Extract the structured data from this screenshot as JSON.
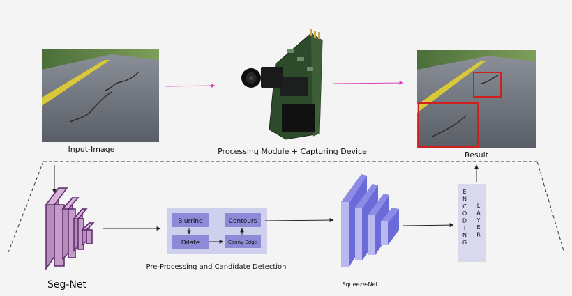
{
  "labels": {
    "input_image": "Input-Image",
    "processing_module": "Processing Module + Capturing Device",
    "result": "Result",
    "seg_net": "Seg-Net",
    "preprocessing_caption": "Pre-Processing and Candidate Detection",
    "squeeze_net": "Squeeze-Net"
  },
  "preprocessing": {
    "blurring": "Blurring",
    "dilate": "Dilate",
    "contours": "Contours",
    "canny_edge": "Canny Edge"
  },
  "encoding_layer": {
    "word1": "ENCODING",
    "word2": "LAYER"
  },
  "colors": {
    "flow_arrow": "#d63fbf",
    "detection_box": "#d01f1f",
    "segnet_fill": "#c79bc9",
    "segnet_stroke": "#5a2a6a",
    "squeeze_front": "#6a6ad8",
    "squeeze_side": "#b9b9ef",
    "panel": "#cfcfee",
    "panel_box": "#8d8ad8",
    "encoding_box": "#d9d9ee"
  }
}
